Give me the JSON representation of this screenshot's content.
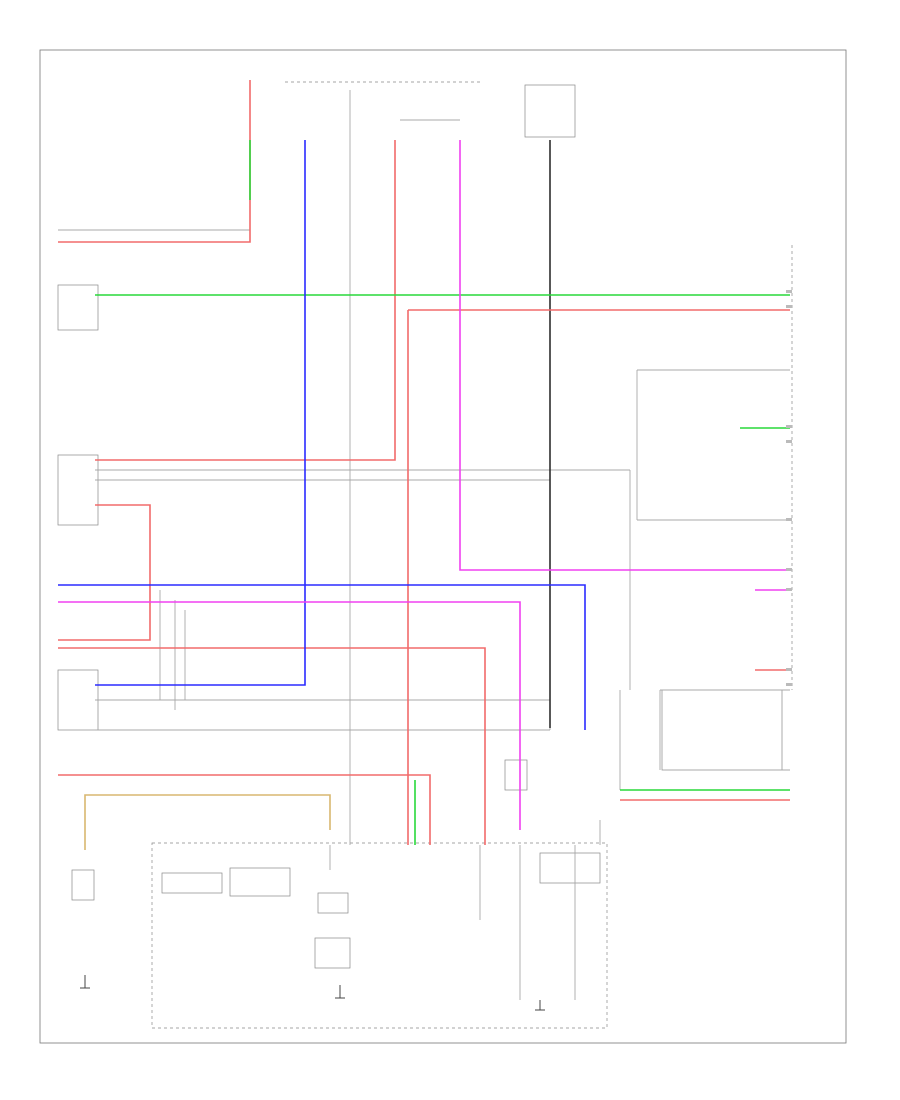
{
  "diagram": {
    "caption_bottom": "",
    "page_id": "",
    "colors": {
      "red": "#f26b6b",
      "green": "#29d83a",
      "blue": "#2b2bff",
      "magenta": "#f040f0",
      "black": "#2e2e2e",
      "gray": "#9b9b9b",
      "tan": "#d8b770",
      "pink": "#f6a0c8"
    },
    "wires": [
      {
        "name": "wire-red-top-left",
        "color": "red"
      },
      {
        "name": "wire-green-horizontal",
        "color": "green"
      },
      {
        "name": "wire-red-horizontal",
        "color": "red"
      },
      {
        "name": "wire-blue-vertical",
        "color": "blue"
      },
      {
        "name": "wire-red-vertical",
        "color": "red"
      },
      {
        "name": "wire-black-vertical",
        "color": "black"
      },
      {
        "name": "wire-magenta-vertical",
        "color": "magenta"
      },
      {
        "name": "wire-blue-horizontal",
        "color": "blue"
      },
      {
        "name": "wire-magenta-horizontal",
        "color": "magenta"
      },
      {
        "name": "wire-red-lower",
        "color": "red"
      },
      {
        "name": "wire-tan",
        "color": "tan"
      },
      {
        "name": "wire-green-lower",
        "color": "green"
      },
      {
        "name": "wire-red-bottom",
        "color": "red"
      }
    ]
  }
}
